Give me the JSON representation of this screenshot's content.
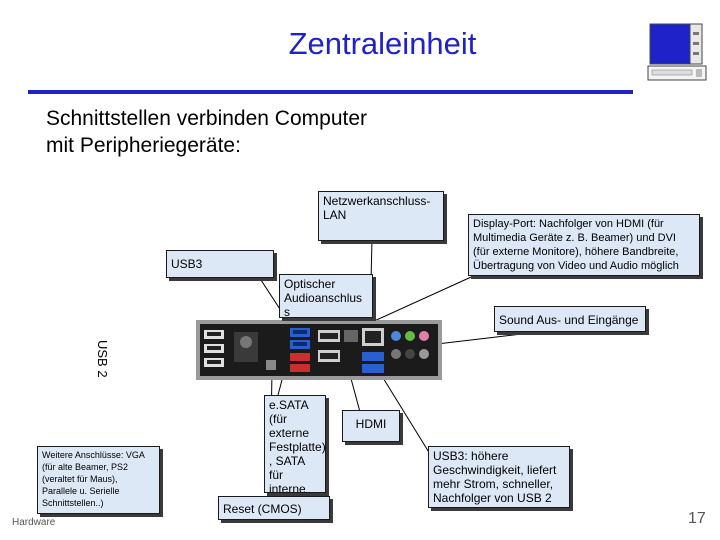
{
  "header": {
    "title": "Zentraleinheit",
    "subtitle_line1": "Schnittstellen verbinden Computer",
    "subtitle_line2": "mit Peripheriegeräte:"
  },
  "callouts": {
    "lan": "Netzwerkanschluss-LAN",
    "displayport": "Display-Port: Nachfolger von HDMI (für Multimedia Geräte z. B. Beamer) und DVI (für externe Monitore), höhere Bandbreite, Übertragung von Video und Audio möglich",
    "usb3": "USB3",
    "optical": "Optischer Audioanschlus s",
    "sound": "Sound Aus- und Eingänge",
    "usb2": "USB 2",
    "esata": "e.SATA (für externe Festplatte) , SATA für interne Festplatte",
    "hdmi": "HDMI",
    "reset": "Reset (CMOS)",
    "usb3_desc": "USB3: höhere Geschwindigkeit, liefert mehr Strom, schneller, Nachfolger von USB 2",
    "other": "Weitere Anschlüsse: VGA (für alte Beamer, PS2 (veraltet für Maus), Parallele u. Serielle Schnittstellen..)"
  },
  "footer": {
    "left": "Hardware",
    "page": "17"
  },
  "colors": {
    "title_blue": "#1e22c8",
    "box_fill": "#dde8f6",
    "panel_dark": "#1b1b1b",
    "usb3_blue": "#2a5fd0",
    "esata_red": "#c83030",
    "jack_green": "#66bb44",
    "jack_pink": "#e27fa8",
    "jack_blue": "#4f86d8"
  },
  "icons": [
    "computer-icon"
  ]
}
